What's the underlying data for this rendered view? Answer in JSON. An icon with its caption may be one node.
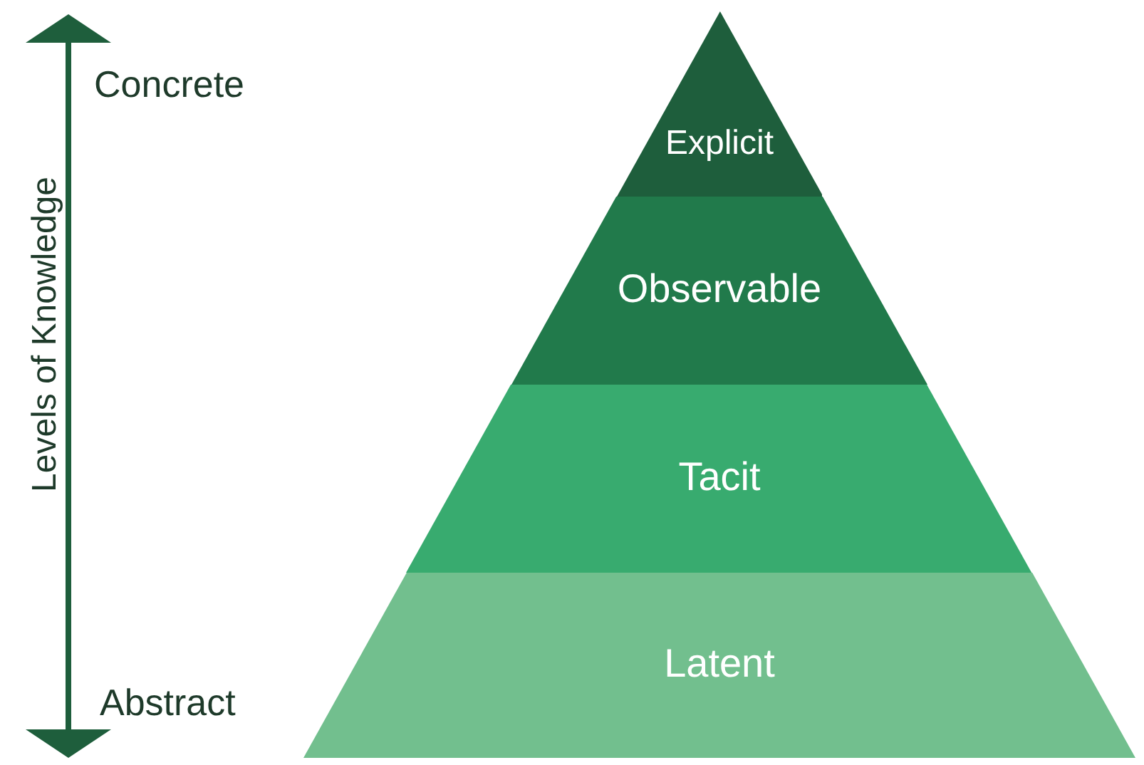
{
  "diagram": {
    "nodes": [
      {
        "text": [
          "Explicit"
        ]
      },
      {
        "text": [
          "Observable"
        ]
      },
      {
        "text": [
          "Tacit"
        ]
      },
      {
        "text": [
          "Latent"
        ]
      }
    ],
    "labels": [
      "Concrete",
      "Levels of Knowledge",
      "Abstract"
    ]
  }
}
